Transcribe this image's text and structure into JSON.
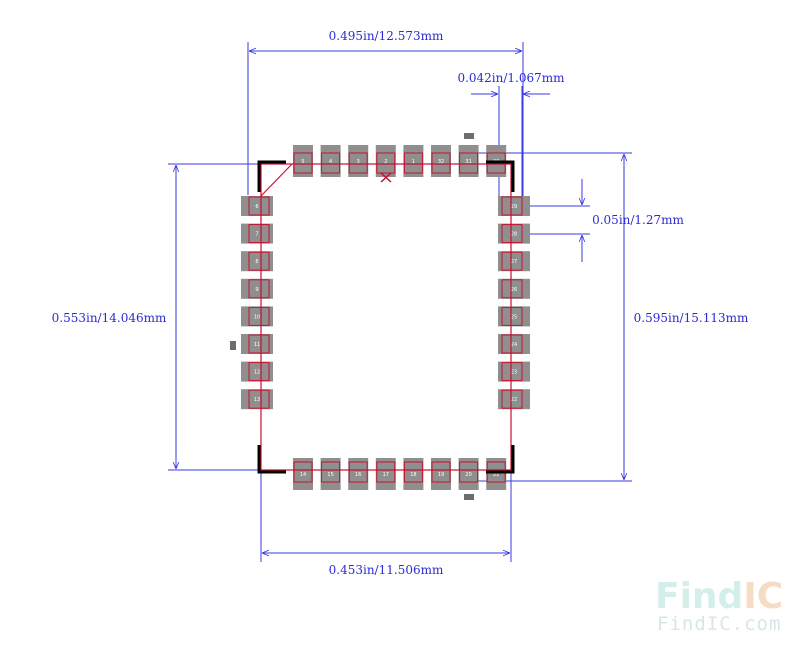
{
  "dimensions": {
    "top_width": "0.495in/12.573mm",
    "pad_width": "0.042in/1.067mm",
    "pitch": "0.05in/1.27mm",
    "left_height": "0.553in/14.046mm",
    "right_height": "0.595in/15.113mm",
    "bottom_width": "0.453in/11.506mm"
  },
  "logo": {
    "find": "Find",
    "ic": "IC",
    "sub": "FindIC.com"
  },
  "pins": {
    "top": [
      "5",
      "4",
      "3",
      "2",
      "1",
      "32",
      "31",
      "30"
    ],
    "left": [
      "6",
      "7",
      "8",
      "9",
      "10",
      "11",
      "12",
      "13"
    ],
    "bottom": [
      "14",
      "15",
      "16",
      "17",
      "18",
      "19",
      "20",
      "21"
    ],
    "right": [
      "29",
      "28",
      "27",
      "26",
      "25",
      "24",
      "23",
      "22"
    ]
  },
  "colors": {
    "dimension": "#3a3ae0",
    "pad": "#8f8f8f",
    "pad_outline": "#c8102e",
    "silkscreen": "#000000",
    "logo_find": "#d4efe9",
    "logo_ic": "#f7dcc5"
  }
}
